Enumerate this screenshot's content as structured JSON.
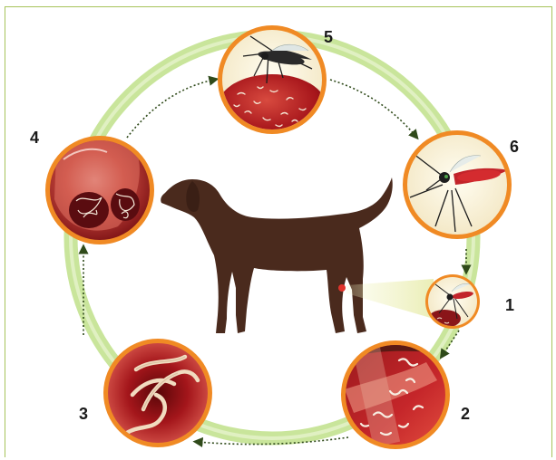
{
  "stages": [
    {
      "number": "1",
      "icon": "mosquito-bite-on-dog-icon"
    },
    {
      "number": "2",
      "icon": "larvae-in-skin-icon"
    },
    {
      "number": "3",
      "icon": "adult-worms-in-vessel-icon"
    },
    {
      "number": "4",
      "icon": "worms-in-heart-icon"
    },
    {
      "number": "5",
      "icon": "mosquito-ingesting-microfilariae-icon"
    },
    {
      "number": "6",
      "icon": "infected-mosquito-icon"
    }
  ],
  "colors": {
    "ring": "#c9e59b",
    "arrow": "#2f4a1a",
    "medallion_border": "#f08a24",
    "blood": "#b3191e",
    "dog": "#4a2a1d"
  }
}
